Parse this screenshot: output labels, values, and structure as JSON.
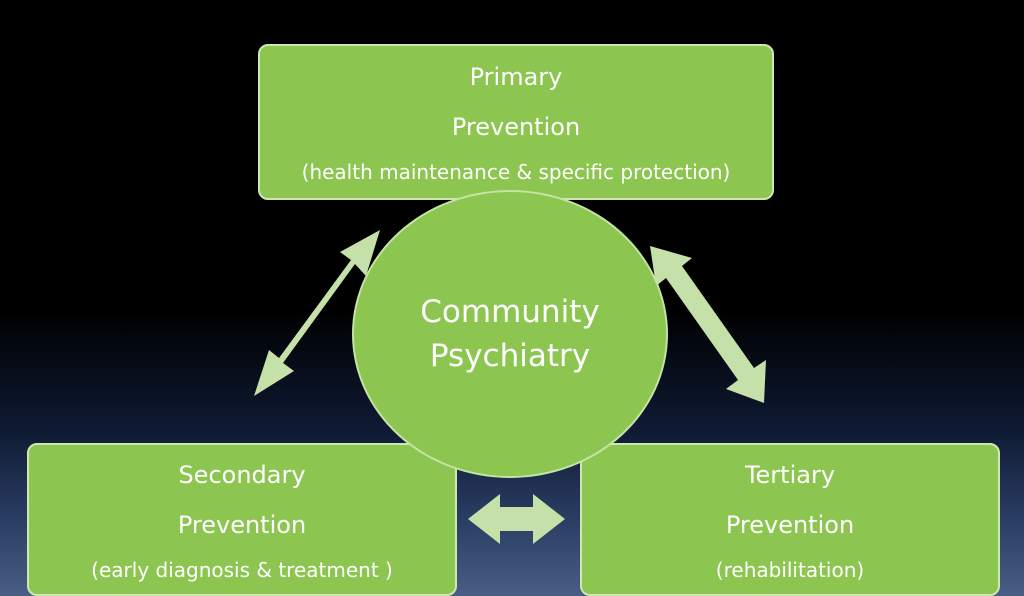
{
  "diagram": {
    "center": {
      "line1": "Community",
      "line2": "Psychiatry"
    },
    "primary": {
      "line1": "Primary",
      "line2": "Prevention",
      "line3": "(health maintenance & specific protection)"
    },
    "secondary": {
      "line1": "Secondary",
      "line2": "Prevention",
      "line3": "(early diagnosis & treatment )"
    },
    "tertiary": {
      "line1": "Tertiary",
      "line2": "Prevention",
      "line3": "(rehabilitation)"
    }
  },
  "colors": {
    "box_fill": "#8cc54f",
    "box_border": "#cfe8b3",
    "arrow_fill": "#c5e0a8",
    "text": "#ffffff"
  }
}
